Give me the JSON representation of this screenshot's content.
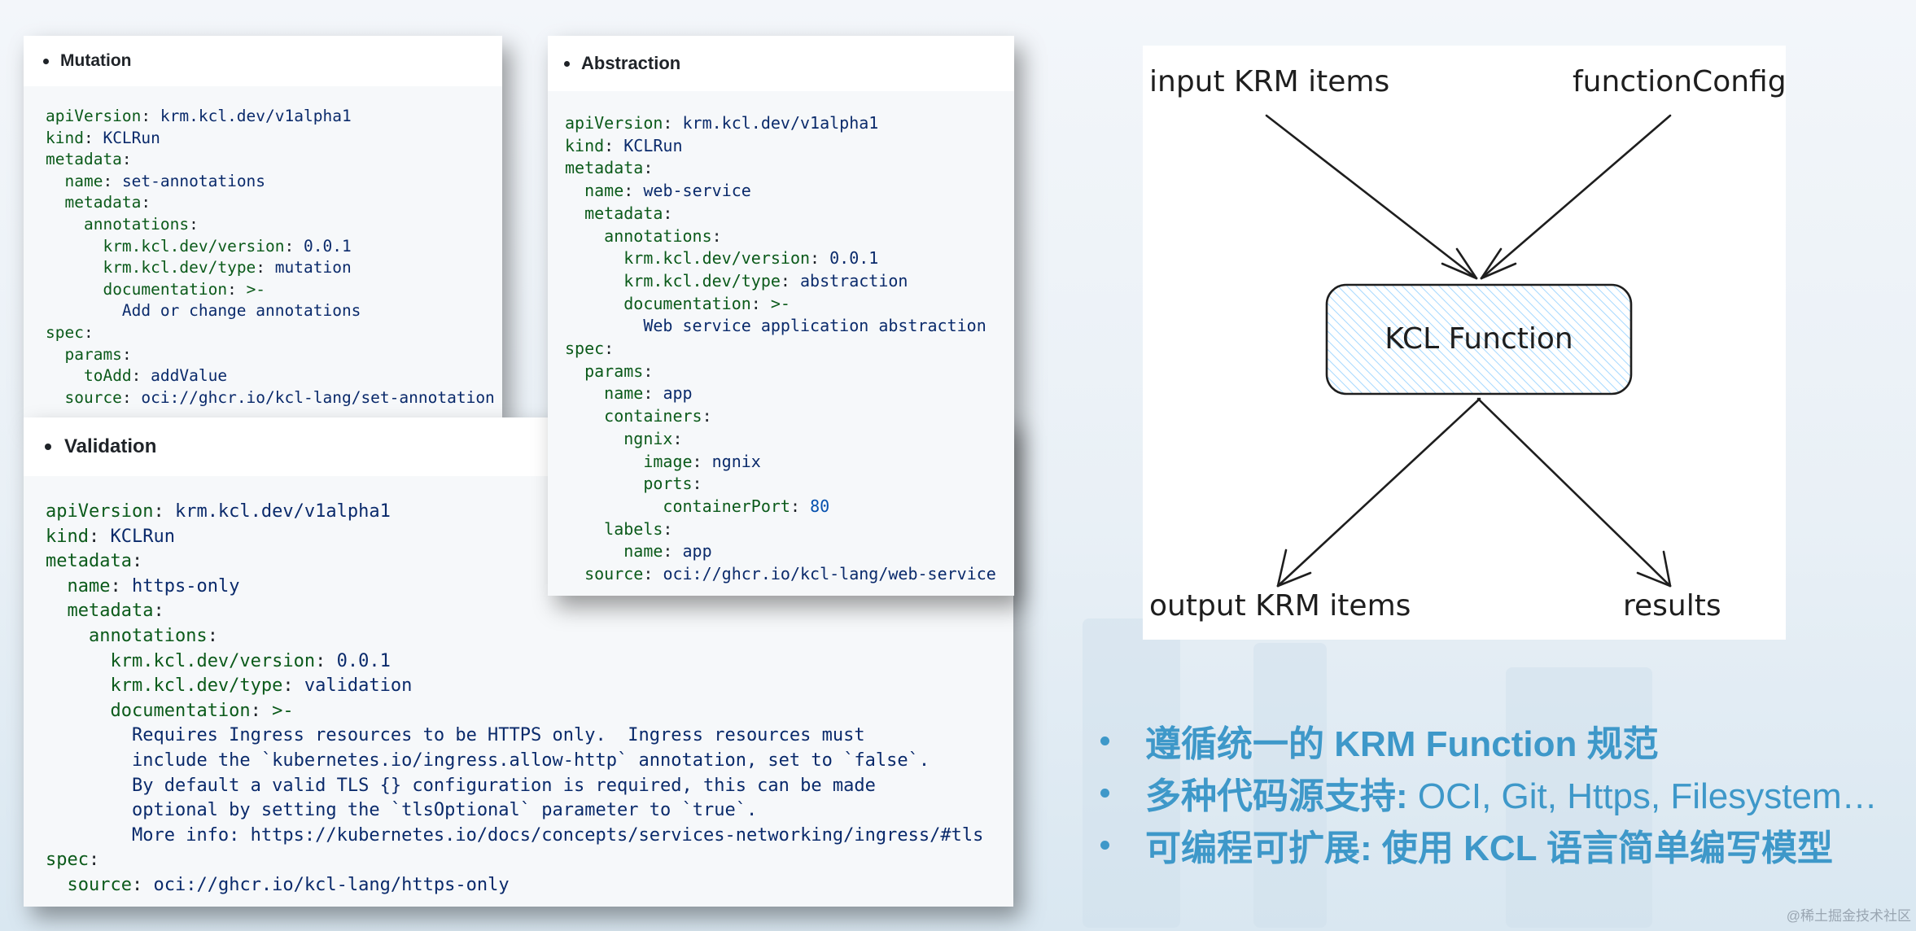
{
  "mutation": {
    "title": "Mutation",
    "code": [
      [
        "",
        "apiVersion",
        "krm.kcl.dev/v1alpha1",
        "v"
      ],
      [
        "",
        "kind",
        "KCLRun",
        "v"
      ],
      [
        "",
        "metadata",
        "",
        ""
      ],
      [
        "  ",
        "name",
        "set-annotations",
        "v"
      ],
      [
        "  ",
        "metadata",
        "",
        ""
      ],
      [
        "    ",
        "annotations",
        "",
        ""
      ],
      [
        "      ",
        "krm.kcl.dev/version",
        "0.0.1",
        "v"
      ],
      [
        "      ",
        "krm.kcl.dev/type",
        "mutation",
        "v"
      ],
      [
        "      ",
        "documentation",
        ">-",
        "k"
      ],
      [
        "        ",
        "",
        "Add or change annotations",
        "v"
      ],
      [
        "",
        "spec",
        "",
        ""
      ],
      [
        "  ",
        "params",
        "",
        ""
      ],
      [
        "    ",
        "toAdd",
        "addValue",
        "v"
      ],
      [
        "  ",
        "source",
        "oci://ghcr.io/kcl-lang/set-annotation",
        "v"
      ]
    ]
  },
  "validation": {
    "title": "Validation",
    "code": [
      [
        "",
        "apiVersion",
        "krm.kcl.dev/v1alpha1",
        "v"
      ],
      [
        "",
        "kind",
        "KCLRun",
        "v"
      ],
      [
        "",
        "metadata",
        "",
        ""
      ],
      [
        "  ",
        "name",
        "https-only",
        "v"
      ],
      [
        "  ",
        "metadata",
        "",
        ""
      ],
      [
        "    ",
        "annotations",
        "",
        ""
      ],
      [
        "      ",
        "krm.kcl.dev/version",
        "0.0.1",
        "v"
      ],
      [
        "      ",
        "krm.kcl.dev/type",
        "validation",
        "v"
      ],
      [
        "      ",
        "documentation",
        ">-",
        "k"
      ],
      [
        "        ",
        "",
        "Requires Ingress resources to be HTTPS only.  Ingress resources must",
        "v"
      ],
      [
        "        ",
        "",
        "include the `kubernetes.io/ingress.allow-http` annotation, set to `false`.",
        "v"
      ],
      [
        "        ",
        "",
        "By default a valid TLS {} configuration is required, this can be made",
        "v"
      ],
      [
        "        ",
        "",
        "optional by setting the `tlsOptional` parameter to `true`.",
        "v"
      ],
      [
        "        ",
        "",
        "More info: https://kubernetes.io/docs/concepts/services-networking/ingress/#tls",
        "v"
      ],
      [
        "",
        "spec",
        "",
        ""
      ],
      [
        "  ",
        "source",
        "oci://ghcr.io/kcl-lang/https-only",
        "v"
      ]
    ]
  },
  "abstraction": {
    "title": "Abstraction",
    "code": [
      [
        "",
        "apiVersion",
        "krm.kcl.dev/v1alpha1",
        "v"
      ],
      [
        "",
        "kind",
        "KCLRun",
        "v"
      ],
      [
        "",
        "metadata",
        "",
        ""
      ],
      [
        "  ",
        "name",
        "web-service",
        "v"
      ],
      [
        "  ",
        "metadata",
        "",
        ""
      ],
      [
        "    ",
        "annotations",
        "",
        ""
      ],
      [
        "      ",
        "krm.kcl.dev/version",
        "0.0.1",
        "v"
      ],
      [
        "      ",
        "krm.kcl.dev/type",
        "abstraction",
        "v"
      ],
      [
        "      ",
        "documentation",
        ">-",
        "k"
      ],
      [
        "        ",
        "",
        "Web service application abstraction",
        "v"
      ],
      [
        "",
        "spec",
        "",
        ""
      ],
      [
        "  ",
        "params",
        "",
        ""
      ],
      [
        "    ",
        "name",
        "app",
        "v"
      ],
      [
        "    ",
        "containers",
        "",
        ""
      ],
      [
        "      ",
        "ngnix",
        "",
        ""
      ],
      [
        "        ",
        "image",
        "ngnix",
        "v"
      ],
      [
        "        ",
        "ports",
        "",
        ""
      ],
      [
        "          ",
        "containerPort",
        "80",
        "n"
      ],
      [
        "    ",
        "labels",
        "",
        ""
      ],
      [
        "      ",
        "name",
        "app",
        "v"
      ],
      [
        "  ",
        "source",
        "oci://ghcr.io/kcl-lang/web-service",
        "v"
      ]
    ]
  },
  "diagram": {
    "input_label": "input KRM items",
    "config_label": "functionConfig",
    "function_label": "KCL Function",
    "output_label": "output KRM items",
    "results_label": "results"
  },
  "bullets": [
    {
      "bold": "遵循统一的 KRM Function 规范",
      "light": ""
    },
    {
      "bold": "多种代码源支持:",
      "light": " OCI, Git, Https, Filesystem…"
    },
    {
      "bold": "可编程可扩展: 使用 KCL 语言简单编写模型",
      "light": ""
    }
  ],
  "watermark": "@稀土掘金技术社区",
  "colors": {
    "accent": "#3e98c9",
    "code_key": "#0b5a1a",
    "code_value": "#0a2a6b",
    "code_number": "#0550ae",
    "hatch": "#a5d8ff"
  }
}
